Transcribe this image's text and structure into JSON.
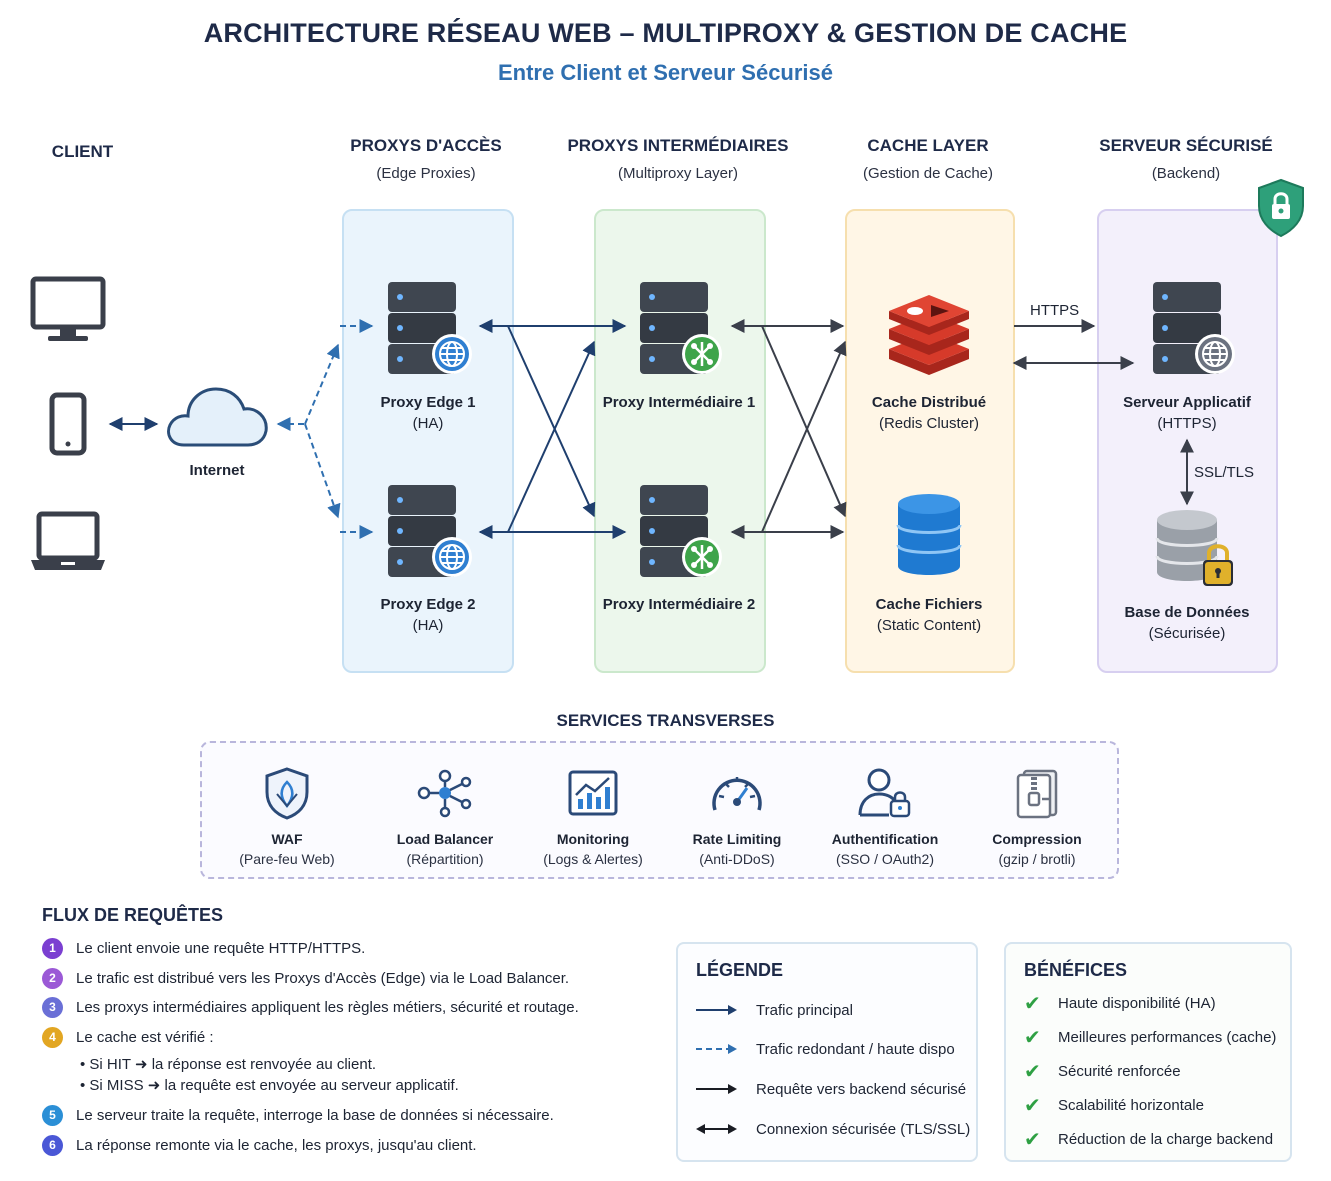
{
  "title": "ARCHITECTURE RÉSEAU WEB – MULTIPROXY & GESTION DE CACHE",
  "subtitle": "Entre Client et Serveur Sécurisé",
  "columns": {
    "client": {
      "title": "CLIENT"
    },
    "edge": {
      "title": "PROXYS D'ACCÈS",
      "sub": "(Edge Proxies)"
    },
    "inter": {
      "title": "PROXYS INTERMÉDIAIRES",
      "sub": "(Multiproxy Layer)"
    },
    "cache": {
      "title": "CACHE LAYER",
      "sub": "(Gestion de Cache)"
    },
    "server": {
      "title": "SERVEUR SÉCURISÉ",
      "sub": "(Backend)"
    }
  },
  "nodes": {
    "internet": "Internet",
    "edge1": {
      "name": "Proxy Edge 1",
      "sub": "(HA)"
    },
    "edge2": {
      "name": "Proxy Edge 2",
      "sub": "(HA)"
    },
    "inter1": {
      "name": "Proxy Intermédiaire 1"
    },
    "inter2": {
      "name": "Proxy Intermédiaire 2"
    },
    "cache1": {
      "name": "Cache Distribué",
      "sub": "(Redis Cluster)"
    },
    "cache2": {
      "name": "Cache Fichiers",
      "sub": "(Static Content)"
    },
    "app": {
      "name": "Serveur Applicatif",
      "sub": "(HTTPS)"
    },
    "db": {
      "name": "Base de Données",
      "sub": "(Sécurisée)"
    }
  },
  "connection_labels": {
    "https": "HTTPS",
    "ssl": "SSL/TLS"
  },
  "services": {
    "title": "SERVICES TRANSVERSES",
    "items": [
      {
        "name": "WAF",
        "desc": "(Pare-feu Web)",
        "icon": "shield-icon"
      },
      {
        "name": "Load Balancer",
        "desc": "(Répartition)",
        "icon": "network-icon"
      },
      {
        "name": "Monitoring",
        "desc": "(Logs & Alertes)",
        "icon": "chart-icon"
      },
      {
        "name": "Rate Limiting",
        "desc": "(Anti-DDoS)",
        "icon": "gauge-icon"
      },
      {
        "name": "Authentification",
        "desc": "(SSO / OAuth2)",
        "icon": "user-lock-icon"
      },
      {
        "name": "Compression",
        "desc": "(gzip / brotli)",
        "icon": "zip-icon"
      }
    ]
  },
  "flux": {
    "title": "FLUX DE REQUÊTES",
    "steps": [
      {
        "num": "1",
        "text": "Le client envoie une requête HTTP/HTTPS.",
        "color": "#7b3fd1"
      },
      {
        "num": "2",
        "text": "Le trafic est distribué vers les Proxys d'Accès (Edge) via le Load Balancer.",
        "color": "#9b59d6"
      },
      {
        "num": "3",
        "text": "Les proxys intermédiaires appliquent les règles métiers, sécurité et routage.",
        "color": "#6a6fd6"
      },
      {
        "num": "4",
        "text": "Le cache est vérifié :",
        "color": "#e2a622"
      },
      {
        "num": "5",
        "text": "Le serveur traite la requête, interroge la base de données si nécessaire.",
        "color": "#2b8fd6"
      },
      {
        "num": "6",
        "text": "La réponse remonte via le cache, les proxys, jusqu'au client.",
        "color": "#4a57d6"
      }
    ],
    "substeps": [
      "• Si HIT ➜ la réponse est renvoyée au client.",
      "• Si MISS ➜ la requête est envoyée au serveur applicatif."
    ]
  },
  "legend": {
    "title": "LÉGENDE",
    "items": [
      "Trafic principal",
      "Trafic redondant / haute dispo",
      "Requête vers backend sécurisé",
      "Connexion sécurisée (TLS/SSL)"
    ]
  },
  "benefits": {
    "title": "BÉNÉFICES",
    "items": [
      "Haute disponibilité (HA)",
      "Meilleures performances (cache)",
      "Sécurité renforcée",
      "Scalabilité horizontale",
      "Réduction de la charge backend"
    ]
  }
}
